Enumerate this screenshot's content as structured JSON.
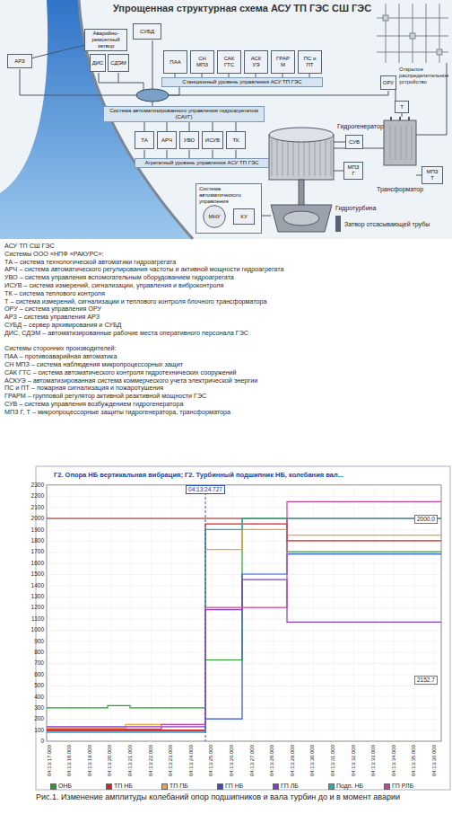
{
  "diagram": {
    "title": "Упрощенная структурная схема АСУ ТП ГЭС СШ ГЭС",
    "caption": "Рис.1. Изменение амплитуды колебаний опор подшипников и вала турбин до и в момент аварии",
    "nodes": [
      {
        "text": [
          "Аварийно-ремонтный затвор"
        ]
      },
      {
        "text": [
          "АРЗ"
        ]
      },
      {
        "text": [
          "СУБД"
        ]
      },
      {
        "text": [
          "ДИС"
        ]
      },
      {
        "text": [
          "СДЭМ"
        ]
      },
      {
        "text": [
          "ПАА"
        ]
      },
      {
        "text": [
          "СН МПЗ"
        ]
      },
      {
        "text": [
          "САК ГТС"
        ]
      },
      {
        "text": [
          "АСК УЭ"
        ]
      },
      {
        "text": [
          "ГРАР М"
        ]
      },
      {
        "text": [
          "ПС и ПТ"
        ]
      },
      {
        "text": [
          "Станционный уровень управления АСУ ТП ГЭС"
        ]
      },
      {
        "text": [
          "ОРУ"
        ]
      },
      {
        "text": [
          "Система автоматизированного управления гидроагрегатом (САУГ)"
        ]
      },
      {
        "text": [
          "ТА"
        ]
      },
      {
        "text": [
          "АРЧ"
        ]
      },
      {
        "text": [
          "УВО"
        ]
      },
      {
        "text": [
          "ИСУВ"
        ]
      },
      {
        "text": [
          "ТК"
        ]
      },
      {
        "text": [
          "Агрегатный уровень управления АСУ ТП ГЭС"
        ]
      },
      {
        "text": [
          "Т"
        ]
      },
      {
        "text": [
          "СУВ"
        ]
      },
      {
        "text": [
          "МПЗ Г"
        ]
      },
      {
        "text": [
          "МПЗ Т"
        ]
      },
      {
        "text": [
          "Система автоматического управления"
        ]
      },
      {
        "text": [
          "МНУ"
        ],
        "in": 24
      },
      {
        "text": [
          "КУ"
        ],
        "in": 24
      }
    ],
    "edges": [
      {
        "from": 1,
        "to": 0,
        "arrow": "none"
      },
      {
        "from": 13,
        "to": 14,
        "arrow": "none"
      },
      {
        "from": 13,
        "to": 15,
        "arrow": "none"
      },
      {
        "from": 13,
        "to": 16,
        "arrow": "none"
      },
      {
        "from": 13,
        "to": 17,
        "arrow": "none"
      },
      {
        "from": 13,
        "to": 18,
        "arrow": "none"
      },
      {
        "from": 20,
        "to": 12,
        "arrow": "none"
      },
      {
        "from": 25,
        "to": 26,
        "arrow": "none"
      }
    ],
    "labels": [
      "Открытое распределительное устройство",
      "Гидрогенератор",
      "Трансформатор",
      "Гидротурбина",
      "Затвор отсасывающей трубы",
      "АСУ ТП СШ ГЭС",
      "Системы ООО «НПФ «РАКУРС»:",
      "ТА – система технологической автоматики гидроагрегата",
      "АРЧ – система автоматического регулирования частоты и активной мощности гидроагрегата",
      "УВО – система управления вспомогательным оборудованием гидроагрегата",
      "ИСУВ – система измерений, сигнализации, управления и виброконтроля",
      "ТК – система теплового контроля",
      "Т – система измерений, сигнализации и теплового контроля блочного трансформатора",
      "ОРУ – система управления ОРУ",
      "АРЗ – система управления АРЗ",
      "СУБД – сервер архивирования и СУБД",
      "ДИС, СДЭМ – автоматизированные рабочие места оперативного персонала ГЭС",
      "Системы сторонних производителей:",
      "ПАА – противоаварийная автоматика",
      "СН МПЗ – система наблюдения микропроцессорных защит",
      "САК ГТС – система автоматического контроля гидротехнических сооружений",
      "АСКУЭ – автоматизированная система коммерческого учета электрической энергии",
      "ПС и ПТ – пожарная сигнализация и пожаротушения",
      "ГРАРМ – групповой регулятор активной реактивной мощности ГЭС",
      "СУВ – система управления возбуждением гидрогенератора",
      "МПЗ Г, Т – микропроцессорные защиты гидрогенератора, трансформатора",
      "Г2. Опора НБ вертикальная вибрация; Г2. Турбинный подшипник НБ, колебания вал...",
      "2300",
      "2200",
      "2100",
      "2000",
      "1900",
      "1800",
      "1700",
      "1600",
      "1500",
      "1400",
      "1300",
      "1200",
      "1100",
      "1000",
      "900",
      "800",
      "700",
      "600",
      "500",
      "400",
      "300",
      "200",
      "100",
      "0",
      "04:13:17.000",
      "04:13:18.000",
      "04:13:19.000",
      "04:13:20.000",
      "04:13:21.000",
      "04:13:22.000",
      "04:13:23.000",
      "04:13:24.000",
      "04:13:25.000",
      "04:13:26.000",
      "04:13:27.000",
      "04:13:28.000",
      "04:13:29.000",
      "04:13:30.000",
      "04:13:31.000",
      "04:13:32.000",
      "04:13:33.000",
      "04:13:34.000",
      "04:13:35.000",
      "04:13:36.000",
      "04:13:24.727",
      "2000.0",
      "2152.7"
    ],
    "legend": [
      {
        "text": "ОНБ",
        "color": "#2aa02a"
      },
      {
        "text": "ТП НБ",
        "color": "#e02020"
      },
      {
        "text": "ТП ПБ",
        "color": "#f0a030"
      },
      {
        "text": "ГП НБ",
        "color": "#3050d0"
      },
      {
        "text": "ГП ЛБ",
        "color": "#8040c0"
      },
      {
        "text": "Подп. НБ",
        "color": "#20b0b0"
      },
      {
        "text": "ГП РЛБ",
        "color": "#d040a0"
      }
    ]
  }
}
